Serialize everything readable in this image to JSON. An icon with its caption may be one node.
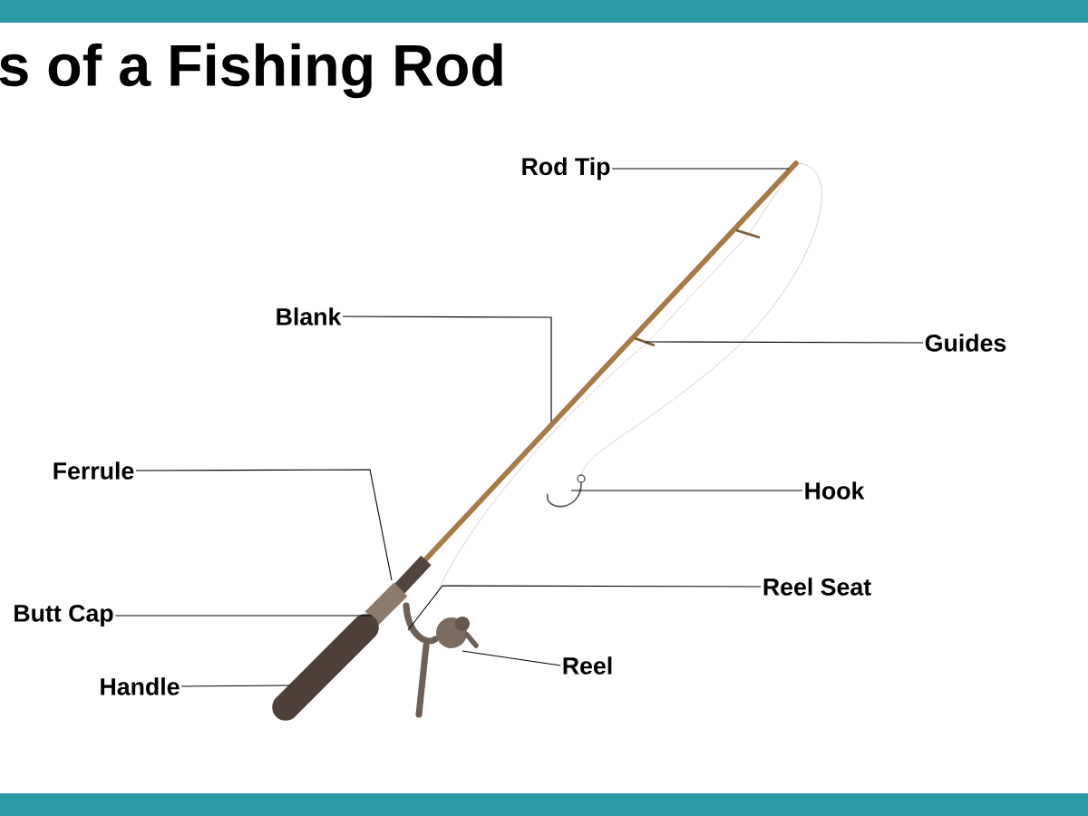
{
  "diagram": {
    "title": "s of a Fishing Rod",
    "nodes": [
      {
        "text": [
          "Rod Tip"
        ]
      },
      {
        "text": [
          "Blank"
        ]
      },
      {
        "text": [
          "Guides"
        ]
      },
      {
        "text": [
          "Ferrule"
        ]
      },
      {
        "text": [
          "Hook"
        ]
      },
      {
        "text": [
          "Reel Seat"
        ]
      },
      {
        "text": [
          "Butt Cap"
        ]
      },
      {
        "text": [
          "Reel"
        ]
      },
      {
        "text": [
          "Handle"
        ]
      }
    ],
    "edges": [
      {
        "from": 0,
        "to": null,
        "arrow": "none"
      },
      {
        "from": 1,
        "to": null,
        "arrow": "none"
      },
      {
        "from": 2,
        "to": null,
        "arrow": "none"
      },
      {
        "from": 3,
        "to": null,
        "arrow": "none"
      },
      {
        "from": 4,
        "to": null,
        "arrow": "none"
      },
      {
        "from": 5,
        "to": null,
        "arrow": "none"
      },
      {
        "from": 6,
        "to": null,
        "arrow": "none"
      },
      {
        "from": 7,
        "to": null,
        "arrow": "none"
      },
      {
        "from": 8,
        "to": null,
        "arrow": "none"
      }
    ]
  }
}
